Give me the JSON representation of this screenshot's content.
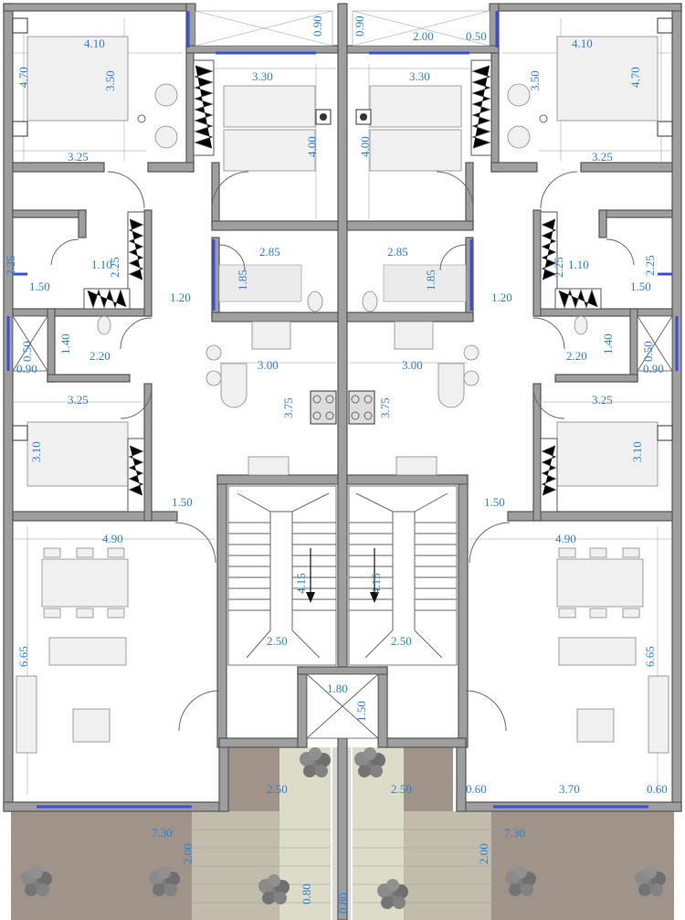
{
  "colors": {
    "dimension_text": "#2a7fd4",
    "wall": "#9e9e9e",
    "window": "#3a4fd8",
    "deck": "#a0948a",
    "patio": "#dcdcc8"
  },
  "icons": [
    "door-swing-icon",
    "wardrobe-icon",
    "bed-icon",
    "sofa-icon",
    "toilet-icon",
    "stove-icon",
    "sink-icon",
    "tree-icon",
    "stair-arrow-icon"
  ],
  "dimensions": {
    "l_bed1_w": "4.10",
    "l_bed1_h": "4.70",
    "l_bed1_closet": "3.50",
    "l_bed1_b": "3.25",
    "top_shaft_l": "0.90",
    "top_shaft_r": "0.90",
    "top_shaft_w": "2.00",
    "top_shaft_s": "0.50",
    "l_bed2_w": "3.30",
    "l_bed2_h": "4.00",
    "l_bath_w": "2.85",
    "l_bath_h": "1.85",
    "l_hall_w": "1.20",
    "l_wc_h": "2.25",
    "l_wc_w": "1.50",
    "l_closet_w": "1.10",
    "l_closet_h": "2.25",
    "l_shaft2_h": "0.50",
    "l_shaft2_w": "0.90",
    "l_laundry_h": "1.40",
    "l_laundry_w": "2.20",
    "l_kitchen_w": "3.00",
    "l_kitchen_h": "3.75",
    "l_bed3_w": "3.25",
    "l_bed3_h": "3.10",
    "l_hall2_w": "1.50",
    "l_living_w": "4.90",
    "l_living_h": "6.65",
    "l_stair_h": "4.15",
    "l_stair_w": "2.50",
    "c_shaft_w": "1.80",
    "c_shaft_h": "1.50",
    "l_patio_w": "2.50",
    "l_deck_w": "7.30",
    "l_deck_h": "2.00",
    "l_path_w": "0.80",
    "r_bed1_w": "4.10",
    "r_bed1_h": "4.70",
    "r_bed1_closet": "3.50",
    "r_bed1_b": "3.25",
    "r_bed2_w": "3.30",
    "r_bed2_h": "4.00",
    "r_bath_w": "2.85",
    "r_bath_h": "1.85",
    "r_hall_w": "1.20",
    "r_wc_h": "2.25",
    "r_wc_w": "1.50",
    "r_closet_w": "1.10",
    "r_closet_h": "2.25",
    "r_shaft2_h": "0.50",
    "r_shaft2_w": "0.90",
    "r_laundry_h": "1.40",
    "r_laundry_w": "2.20",
    "r_kitchen_w": "3.00",
    "r_kitchen_h": "3.75",
    "r_bed3_w": "3.25",
    "r_bed3_h": "3.10",
    "r_hall2_w": "1.50",
    "r_living_w": "4.90",
    "r_living_h": "6.65",
    "r_stair_h": "4.15",
    "r_stair_w": "2.50",
    "r_patio_w": "2.50",
    "r_side_l": "0.60",
    "r_window_w": "3.70",
    "r_side_r": "0.60",
    "r_deck_w": "7.30",
    "r_deck_h": "2.00",
    "r_path_w": "0.80"
  }
}
